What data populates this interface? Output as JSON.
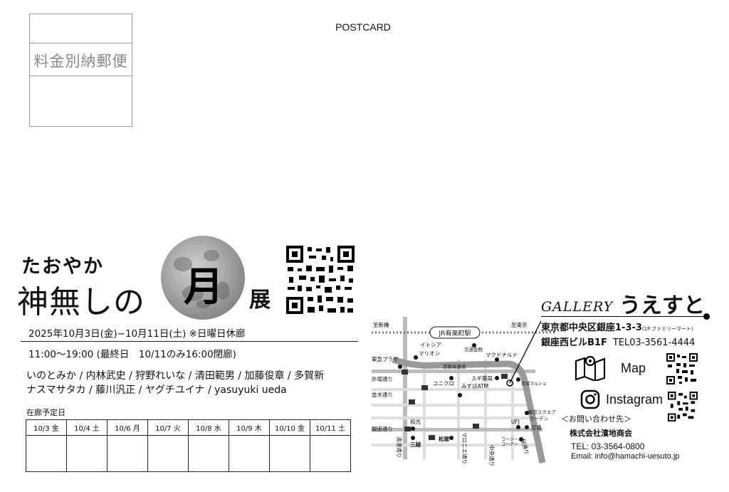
{
  "postmark": {
    "text": "料金別納郵便"
  },
  "header": {
    "postcard_label": "POSTCARD"
  },
  "title": {
    "small": "たおやか",
    "big": "神無しの",
    "moon_kanji": "月",
    "suffix": "展"
  },
  "event": {
    "dates": "2025年10月3日(金)−10月11日(土) ※日曜日休廊",
    "hours": "11:00〜19:00 (最終日　10/11のみ16:00閉廊)",
    "artists_line1": "いのとみか / 内林武史 / 狩野れいな / 清田範男 / 加藤俊章 / 多賀新",
    "artists_line2": "ナスマサタカ / 藤川汎正 / ヤグチユイナ / yasuyuki ueda"
  },
  "schedule": {
    "label": "在廊予定日",
    "days": [
      "10/3 金",
      "10/4 土",
      "10/6 月",
      "10/7 火",
      "10/8 水",
      "10/9 木",
      "10/10 金",
      "10/11 土"
    ]
  },
  "map": {
    "station": "JR有楽町駅",
    "labels": {
      "shinbashi": "至新橋",
      "tokyo": "至東京",
      "tokyu": "東急プラザ",
      "itocia": "イトシア",
      "marion": "マリオン",
      "kotsu": "交通会館",
      "mcd": "マクドナルド",
      "sotobori": "外堀通り",
      "shuto": "首都高速道",
      "sugi": "スギ薬局",
      "uniqlo": "ユニクロ",
      "mizuho": "みずほATM",
      "ibaraki": "茨城マルシェ",
      "namiki": "並木通り",
      "tokyo_sq1": "東京スクエア",
      "tokyo_sq2": "ガーデン",
      "wako": "和光",
      "ufj": "UFJ",
      "kouban": "交番",
      "ginza": "銀座通り",
      "mitsukoshi": "三越",
      "matsuya": "松屋",
      "coffee1": "コージー",
      "coffee2": "コーナー",
      "seiryu": "清澄通り",
      "marunouchi": "マロニエ通り",
      "chuo": "中央通り",
      "sakura": "桜通り"
    }
  },
  "gallery": {
    "name_en": "GALLERY",
    "name_jp": "うえすと",
    "address1": "東京都中央区銀座1-3-3",
    "address1_note": "(1F:ファミリーマート)",
    "address2": "銀座西ビルB1F",
    "tel": "TEL03-3561-4444",
    "map_label": "Map",
    "instagram_label": "Instagram"
  },
  "contact": {
    "heading": "＜お問い合わせ先＞",
    "company": "株式会社濱地商会",
    "tel": "TEL: 03-3564-0800",
    "email": "Email: info@hamachi-uesuto.jp"
  }
}
